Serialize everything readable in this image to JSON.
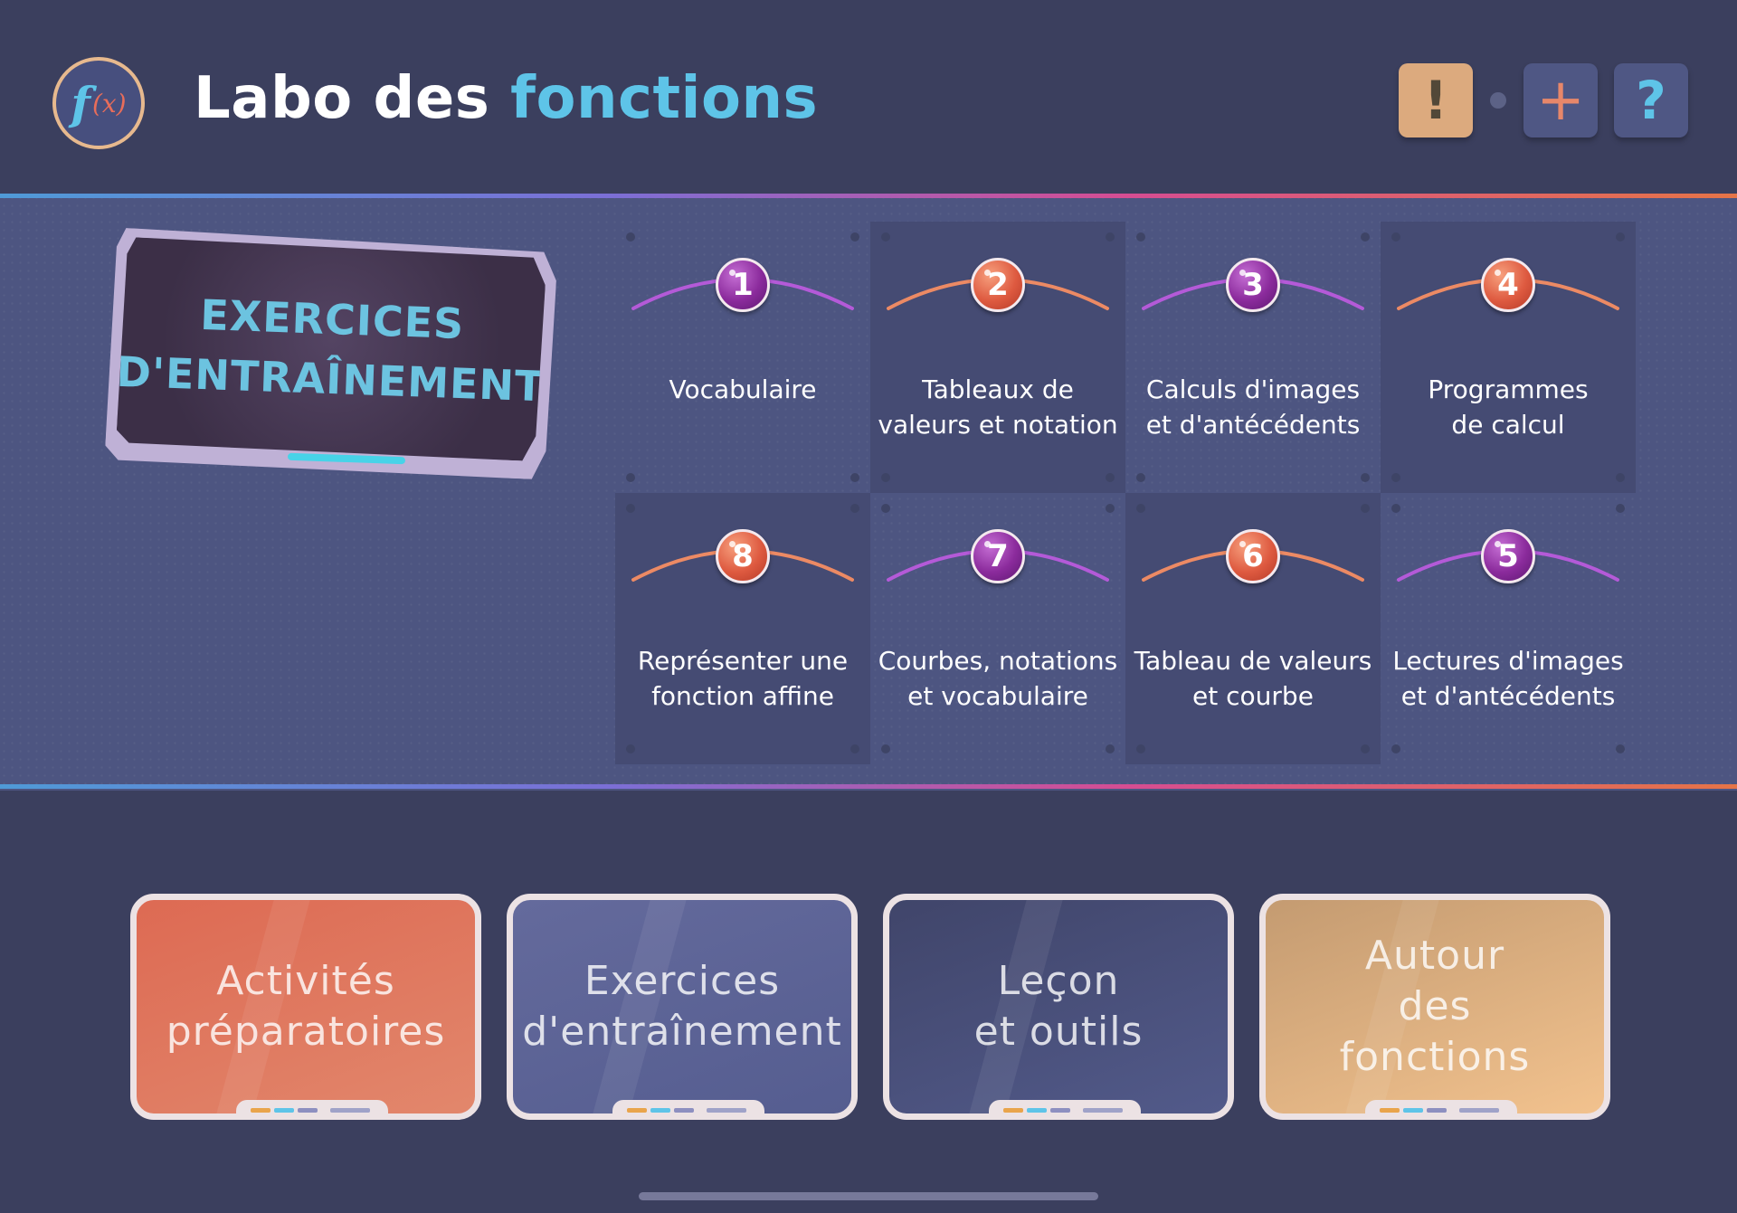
{
  "header": {
    "logo_f": "f",
    "logo_x": "(x)",
    "title_part1": "Labo des ",
    "title_part2": "fonctions",
    "alert_icon": "!",
    "plus_icon": "+",
    "help_icon": "?"
  },
  "section": {
    "badge_title": "EXERCICES\nD'ENTRAÎNEMENT"
  },
  "exercises": [
    {
      "number": "1",
      "label": "Vocabulaire",
      "color": "purple"
    },
    {
      "number": "2",
      "label": "Tableaux de\nvaleurs et notation",
      "color": "orange"
    },
    {
      "number": "3",
      "label": "Calculs d'images\net d'antécédents",
      "color": "purple"
    },
    {
      "number": "4",
      "label": "Programmes\nde calcul",
      "color": "orange"
    },
    {
      "number": "8",
      "label": "Représenter une\nfonction affine",
      "color": "orange"
    },
    {
      "number": "7",
      "label": "Courbes, notations\net vocabulaire",
      "color": "purple"
    },
    {
      "number": "6",
      "label": "Tableau de valeurs\net courbe",
      "color": "orange"
    },
    {
      "number": "5",
      "label": "Lectures d'images\net d'antécédents",
      "color": "purple"
    }
  ],
  "nav": {
    "cards": [
      {
        "label": "Activités\npréparatoires"
      },
      {
        "label": "Exercices\nd'entraînement"
      },
      {
        "label": "Leçon\net outils"
      },
      {
        "label": "Autour\ndes\nfonctions"
      }
    ]
  },
  "colors": {
    "background": "#3b3f5e",
    "panel": "#4d5581",
    "accent_blue": "#5ec4e8",
    "purple_badge": "#8b2b9c",
    "orange_badge": "#de5a40"
  }
}
